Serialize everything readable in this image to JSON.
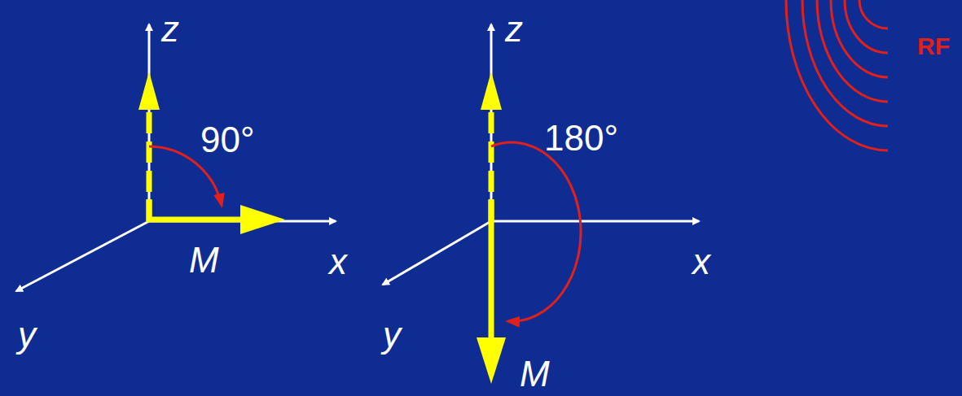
{
  "diagram": {
    "labels": [
      "z",
      "90°",
      "M",
      "x",
      "y",
      "z",
      "180°",
      "x",
      "y",
      "M",
      "RF"
    ]
  }
}
